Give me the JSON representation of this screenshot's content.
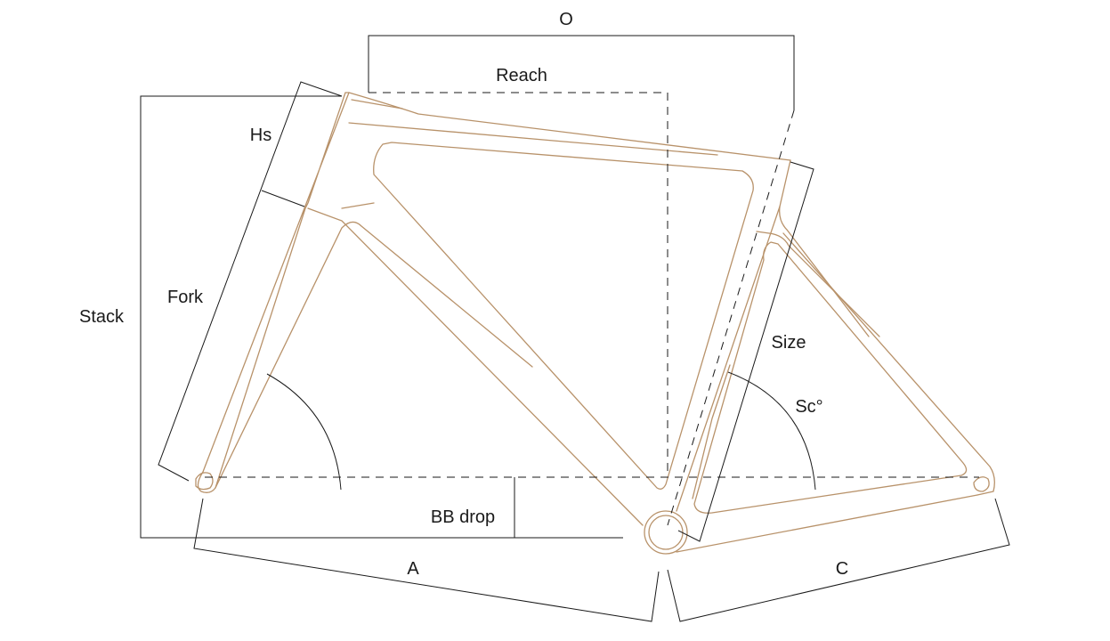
{
  "labels": {
    "o": "O",
    "reach": "Reach",
    "hs": "Hs",
    "stack": "Stack",
    "fork": "Fork",
    "size": "Size",
    "sc": "Sc°",
    "bb_drop": "BB drop",
    "a": "A",
    "c": "C"
  },
  "colors": {
    "frame_outline": "#b8926a",
    "dimension_lines": "#1a1a1a",
    "background": "#ffffff"
  }
}
